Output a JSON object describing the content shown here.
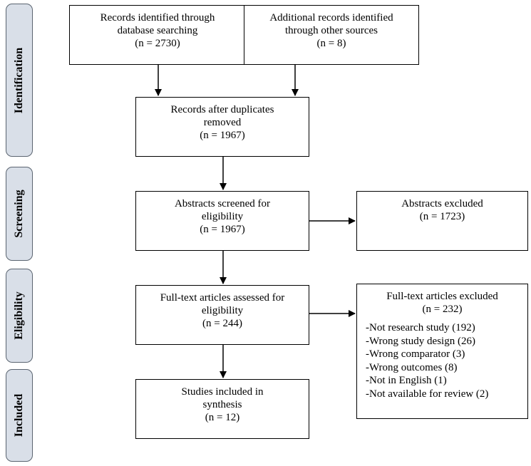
{
  "phases": {
    "identification": "Identification",
    "screening": "Screening",
    "eligibility": "Eligibility",
    "included": "Included"
  },
  "boxes": {
    "db_records": {
      "line1": "Records identified through",
      "line2": "database searching",
      "count": "(n = 2730)"
    },
    "other_records": {
      "line1": "Additional records identified",
      "line2": "through other sources",
      "count": "(n = 8)"
    },
    "after_duplicates": {
      "line1": "Records after duplicates",
      "line2": "removed",
      "count": "(n = 1967)"
    },
    "abstracts_screened": {
      "line1": "Abstracts screened for",
      "line2": "eligibility",
      "count": "(n = 1967)"
    },
    "abstracts_excluded": {
      "line1": "Abstracts excluded",
      "count": "(n = 1723)"
    },
    "fulltext_assessed": {
      "line1": "Full-text articles assessed for",
      "line2": "eligibility",
      "count": "(n = 244)"
    },
    "fulltext_excluded": {
      "line1": "Full-text articles excluded",
      "count": "(n = 232)",
      "reasons": [
        "-Not research study (192)",
        "-Wrong study design (26)",
        "-Wrong comparator (3)",
        "-Wrong outcomes (8)",
        "-Not in English (1)",
        "-Not available for review (2)"
      ]
    },
    "included": {
      "line1": "Studies included in",
      "line2": "synthesis",
      "count": "(n = 12)"
    }
  }
}
